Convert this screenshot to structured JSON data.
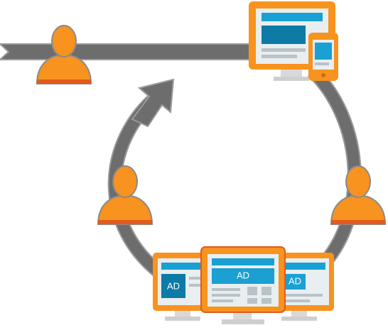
{
  "colors": {
    "track": "#6d6d6d",
    "track_edge": "#9a9a9a",
    "person": "#f7931e",
    "person_edge": "#c96f10",
    "person_base": "#e35a1c",
    "frame_orange": "#f7931e",
    "screen_blue": "#1aa0d3",
    "screen_dark_blue": "#0e7aa6",
    "screen_light": "#e9eef0",
    "line_gray": "#b9c3c7",
    "stand_gray": "#d9d9d9"
  },
  "icons": {
    "person": "person-icon",
    "desktop": "desktop-monitor-icon",
    "phone": "smartphone-icon",
    "arrow": "arrow-head-icon"
  },
  "ads": {
    "left_label": "AD",
    "center_label": "AD",
    "right_label": "AD"
  }
}
